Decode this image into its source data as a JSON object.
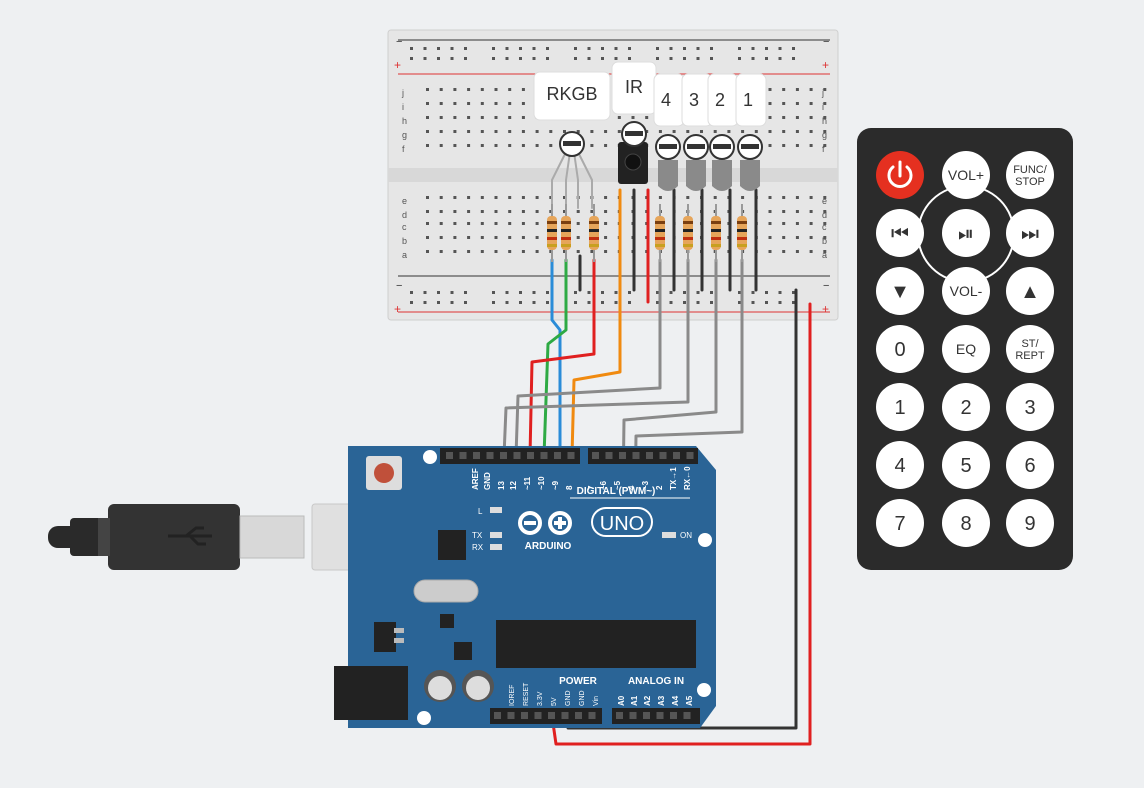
{
  "breadboard": {
    "row_letters_top": [
      "j",
      "i",
      "h",
      "g",
      "f"
    ],
    "row_letters_bottom": [
      "e",
      "d",
      "c",
      "b",
      "a"
    ],
    "rail_minus": "−",
    "rail_plus": "+"
  },
  "components": {
    "rgb_led_label": "RKGB",
    "ir_receiver_label": "IR",
    "led_labels": [
      "4",
      "3",
      "2",
      "1"
    ]
  },
  "arduino": {
    "brand": "ARDUINO",
    "model": "UNO",
    "digital_label": "DIGITAL (PWM~)",
    "power_label": "POWER",
    "analog_label": "ANALOG IN",
    "on_label": "ON",
    "led_l": "L",
    "led_tx": "TX",
    "led_rx": "RX",
    "digital_pins": [
      "AREF",
      "GND",
      "13",
      "12",
      "~11",
      "~10",
      "~9",
      "8",
      "7",
      "~6",
      "~5",
      "4",
      "~3",
      "2",
      "TX→1",
      "RX←0"
    ],
    "power_pins": [
      "IOREF",
      "RESET",
      "3.3V",
      "5V",
      "GND",
      "GND",
      "Vin"
    ],
    "analog_pins": [
      "A0",
      "A1",
      "A2",
      "A3",
      "A4",
      "A5"
    ]
  },
  "remote": {
    "power_icon": "power-icon",
    "buttons": [
      {
        "id": "vol-plus",
        "label": "VOL+"
      },
      {
        "id": "func-stop",
        "label": "FUNC/\nSTOP"
      },
      {
        "id": "prev",
        "label": "⏮"
      },
      {
        "id": "play-pause",
        "label": "⏯"
      },
      {
        "id": "next",
        "label": "⏭"
      },
      {
        "id": "down",
        "label": "▼"
      },
      {
        "id": "vol-minus",
        "label": "VOL-"
      },
      {
        "id": "up",
        "label": "▲"
      },
      {
        "id": "zero",
        "label": "0"
      },
      {
        "id": "eq",
        "label": "EQ"
      },
      {
        "id": "st-rept",
        "label": "ST/\nREPT"
      },
      {
        "id": "one",
        "label": "1"
      },
      {
        "id": "two",
        "label": "2"
      },
      {
        "id": "three",
        "label": "3"
      },
      {
        "id": "four",
        "label": "4"
      },
      {
        "id": "five",
        "label": "5"
      },
      {
        "id": "six",
        "label": "6"
      },
      {
        "id": "seven",
        "label": "7"
      },
      {
        "id": "eight",
        "label": "8"
      },
      {
        "id": "nine",
        "label": "9"
      }
    ]
  },
  "colors": {
    "board_blue": "#2a6496",
    "wire_red": "#e02020",
    "wire_green": "#2eaa44",
    "wire_blue": "#2a8cd8",
    "wire_orange": "#f08a10",
    "wire_gray": "#8a8a8a",
    "wire_black": "#333333",
    "remote_body": "#2b2b2b",
    "remote_power": "#e53020"
  }
}
